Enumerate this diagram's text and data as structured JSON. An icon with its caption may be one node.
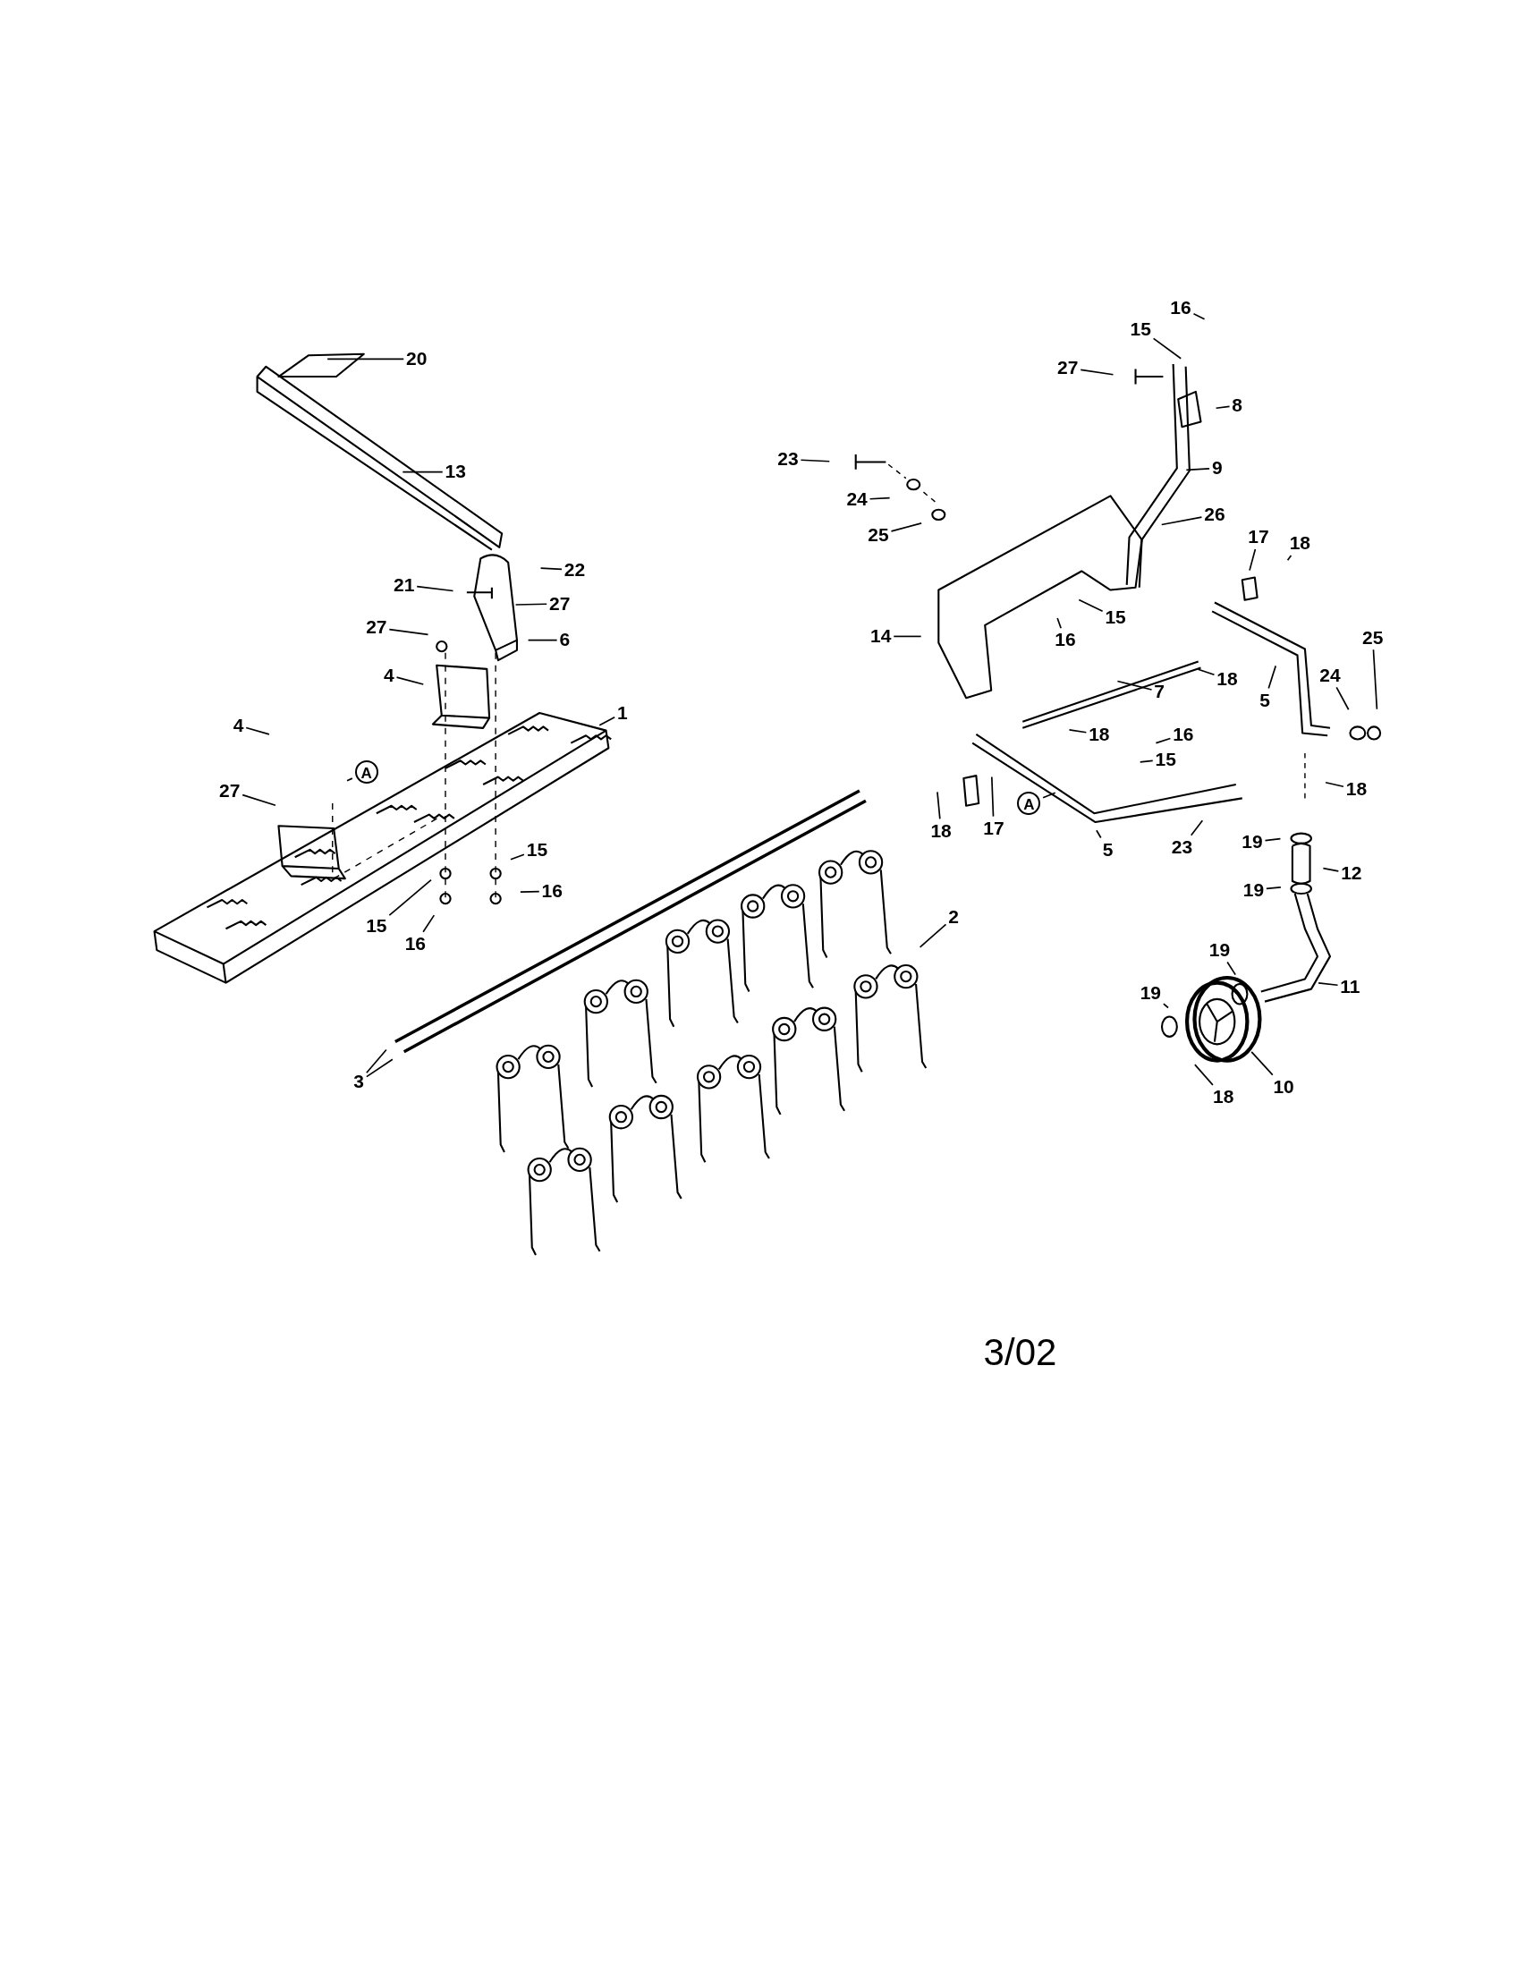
{
  "diagram": {
    "nodes": [
      {
        "text": [
          "20"
        ]
      },
      {
        "text": [
          "13"
        ]
      },
      {
        "text": [
          "22"
        ]
      },
      {
        "text": [
          "21"
        ]
      },
      {
        "text": [
          "27"
        ]
      },
      {
        "text": [
          "27"
        ]
      },
      {
        "text": [
          "6"
        ]
      },
      {
        "text": [
          "4"
        ]
      },
      {
        "text": [
          "4"
        ]
      },
      {
        "text": [
          "A"
        ]
      },
      {
        "text": [
          "1"
        ]
      },
      {
        "text": [
          "27"
        ]
      },
      {
        "text": [
          "15"
        ]
      },
      {
        "text": [
          "16"
        ]
      },
      {
        "text": [
          "15"
        ]
      },
      {
        "text": [
          "16"
        ]
      },
      {
        "text": [
          "2"
        ]
      },
      {
        "text": [
          "3"
        ]
      },
      {
        "text": [
          "16"
        ]
      },
      {
        "text": [
          "15"
        ]
      },
      {
        "text": [
          "27"
        ]
      },
      {
        "text": [
          "8"
        ]
      },
      {
        "text": [
          "23"
        ]
      },
      {
        "text": [
          "9"
        ]
      },
      {
        "text": [
          "24"
        ]
      },
      {
        "text": [
          "25"
        ]
      },
      {
        "text": [
          "26"
        ]
      },
      {
        "text": [
          "17"
        ]
      },
      {
        "text": [
          "18"
        ]
      },
      {
        "text": [
          "15"
        ]
      },
      {
        "text": [
          "16"
        ]
      },
      {
        "text": [
          "14"
        ]
      },
      {
        "text": [
          "7"
        ]
      },
      {
        "text": [
          "18"
        ]
      },
      {
        "text": [
          "5"
        ]
      },
      {
        "text": [
          "25"
        ]
      },
      {
        "text": [
          "24"
        ]
      },
      {
        "text": [
          "18"
        ]
      },
      {
        "text": [
          "16"
        ]
      },
      {
        "text": [
          "15"
        ]
      },
      {
        "text": [
          "A"
        ]
      },
      {
        "text": [
          "18"
        ]
      },
      {
        "text": [
          "17"
        ]
      },
      {
        "text": [
          "5"
        ]
      },
      {
        "text": [
          "23"
        ]
      },
      {
        "text": [
          "18"
        ]
      },
      {
        "text": [
          "19"
        ]
      },
      {
        "text": [
          "12"
        ]
      },
      {
        "text": [
          "19"
        ]
      },
      {
        "text": [
          "19"
        ]
      },
      {
        "text": [
          "11"
        ]
      },
      {
        "text": [
          "19"
        ]
      },
      {
        "text": [
          "18"
        ]
      },
      {
        "text": [
          "10"
        ]
      }
    ],
    "edges": [
      {
        "from": 0,
        "to": null,
        "arrow": "none"
      },
      {
        "from": 1,
        "to": null,
        "arrow": "none"
      },
      {
        "from": 2,
        "to": null,
        "arrow": "none"
      },
      {
        "from": 3,
        "to": null,
        "arrow": "none"
      },
      {
        "from": 4,
        "to": null,
        "arrow": "none"
      },
      {
        "from": 5,
        "to": null,
        "arrow": "none"
      },
      {
        "from": 6,
        "to": null,
        "arrow": "none"
      },
      {
        "from": 7,
        "to": null,
        "arrow": "none"
      },
      {
        "from": 8,
        "to": null,
        "arrow": "none"
      },
      {
        "from": 9,
        "to": null,
        "arrow": "none"
      },
      {
        "from": 10,
        "to": null,
        "arrow": "none"
      },
      {
        "from": 11,
        "to": null,
        "arrow": "none"
      },
      {
        "from": 12,
        "to": null,
        "arrow": "none"
      },
      {
        "from": 13,
        "to": null,
        "arrow": "none"
      },
      {
        "from": 14,
        "to": null,
        "arrow": "none"
      },
      {
        "from": 15,
        "to": null,
        "arrow": "none"
      },
      {
        "from": 16,
        "to": null,
        "arrow": "none"
      },
      {
        "from": 17,
        "to": null,
        "arrow": "none"
      },
      {
        "from": 17,
        "to": null,
        "arrow": "none"
      },
      {
        "from": 18,
        "to": null,
        "arrow": "none"
      },
      {
        "from": 19,
        "to": null,
        "arrow": "none"
      },
      {
        "from": 20,
        "to": null,
        "arrow": "none"
      },
      {
        "from": 21,
        "to": null,
        "arrow": "none"
      },
      {
        "from": 22,
        "to": null,
        "arrow": "none"
      },
      {
        "from": 23,
        "to": null,
        "arrow": "none"
      },
      {
        "from": 24,
        "to": null,
        "arrow": "none"
      },
      {
        "from": 25,
        "to": null,
        "arrow": "none"
      },
      {
        "from": 26,
        "to": null,
        "arrow": "none"
      },
      {
        "from": 27,
        "to": null,
        "arrow": "none"
      },
      {
        "from": 28,
        "to": null,
        "arrow": "none"
      },
      {
        "from": 29,
        "to": null,
        "arrow": "none"
      },
      {
        "from": 30,
        "to": null,
        "arrow": "none"
      },
      {
        "from": 31,
        "to": null,
        "arrow": "none"
      },
      {
        "from": 32,
        "to": null,
        "arrow": "none"
      },
      {
        "from": 33,
        "to": null,
        "arrow": "none"
      },
      {
        "from": 34,
        "to": null,
        "arrow": "none"
      },
      {
        "from": 35,
        "to": null,
        "arrow": "none"
      },
      {
        "from": 36,
        "to": null,
        "arrow": "none"
      },
      {
        "from": 37,
        "to": null,
        "arrow": "none"
      },
      {
        "from": 38,
        "to": null,
        "arrow": "none"
      },
      {
        "from": 39,
        "to": null,
        "arrow": "none"
      },
      {
        "from": 40,
        "to": null,
        "arrow": "none"
      },
      {
        "from": 41,
        "to": null,
        "arrow": "none"
      },
      {
        "from": 42,
        "to": null,
        "arrow": "none"
      },
      {
        "from": 43,
        "to": null,
        "arrow": "none"
      },
      {
        "from": 44,
        "to": null,
        "arrow": "none"
      },
      {
        "from": 45,
        "to": null,
        "arrow": "none"
      },
      {
        "from": 46,
        "to": null,
        "arrow": "none"
      },
      {
        "from": 47,
        "to": null,
        "arrow": "none"
      },
      {
        "from": 48,
        "to": null,
        "arrow": "none"
      },
      {
        "from": 49,
        "to": null,
        "arrow": "none"
      },
      {
        "from": 50,
        "to": null,
        "arrow": "none"
      },
      {
        "from": 51,
        "to": null,
        "arrow": "none"
      },
      {
        "from": 52,
        "to": null,
        "arrow": "none"
      },
      {
        "from": 53,
        "to": null,
        "arrow": "none"
      }
    ],
    "labels": [
      "3/02"
    ]
  }
}
